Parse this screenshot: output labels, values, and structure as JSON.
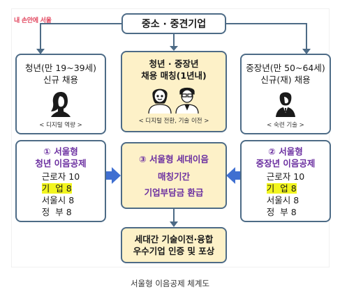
{
  "logo": "내 손안에 서울",
  "top": {
    "label": "중소 · 중견기업"
  },
  "left_top": {
    "line1": "청년(만 19~39세)",
    "line2": "신규 채용",
    "tag": "< 디지털 역량 >"
  },
  "center_top": {
    "line1": "청년 · 중장년",
    "line2": "채용 매칭(1년내)",
    "tag": "< 디지털 전환, 기술 이전 >"
  },
  "right_top": {
    "line1": "중장년(만 50~64세)",
    "line2": "신규(재) 채용",
    "tag": "< 숙련 기술 >"
  },
  "left_bottom": {
    "title1": "① 서울형",
    "title2": "청년 이음공제",
    "rows": [
      {
        "k": "근로자",
        "v": "10"
      },
      {
        "k": "기  업",
        "v": "8"
      },
      {
        "k": "서울시",
        "v": "8"
      },
      {
        "k": "정  부",
        "v": "8"
      }
    ]
  },
  "center_bottom": {
    "title": "③ 서울형 세대이음",
    "line1": "매칭기간",
    "line2": "기업부담금 환급"
  },
  "right_bottom": {
    "title1": "② 서울형",
    "title2": "중장년 이음공제",
    "rows": [
      {
        "k": "근로자",
        "v": "10"
      },
      {
        "k": "기  업",
        "v": "8"
      },
      {
        "k": "서울시",
        "v": "8"
      },
      {
        "k": "정  부",
        "v": "8"
      }
    ]
  },
  "bottom": {
    "line1": "세대간 기술이전·융합",
    "line2": "우수기업 인증 및 포상"
  },
  "caption": "서울형 이음공제 체계도",
  "colors": {
    "border": "#4d6b86",
    "fill": "#fdf1c8",
    "accent": "#6b2fa0",
    "highlight": "#f2f51e",
    "arrow": "#3f6fd1",
    "logo": "#e2475f"
  }
}
